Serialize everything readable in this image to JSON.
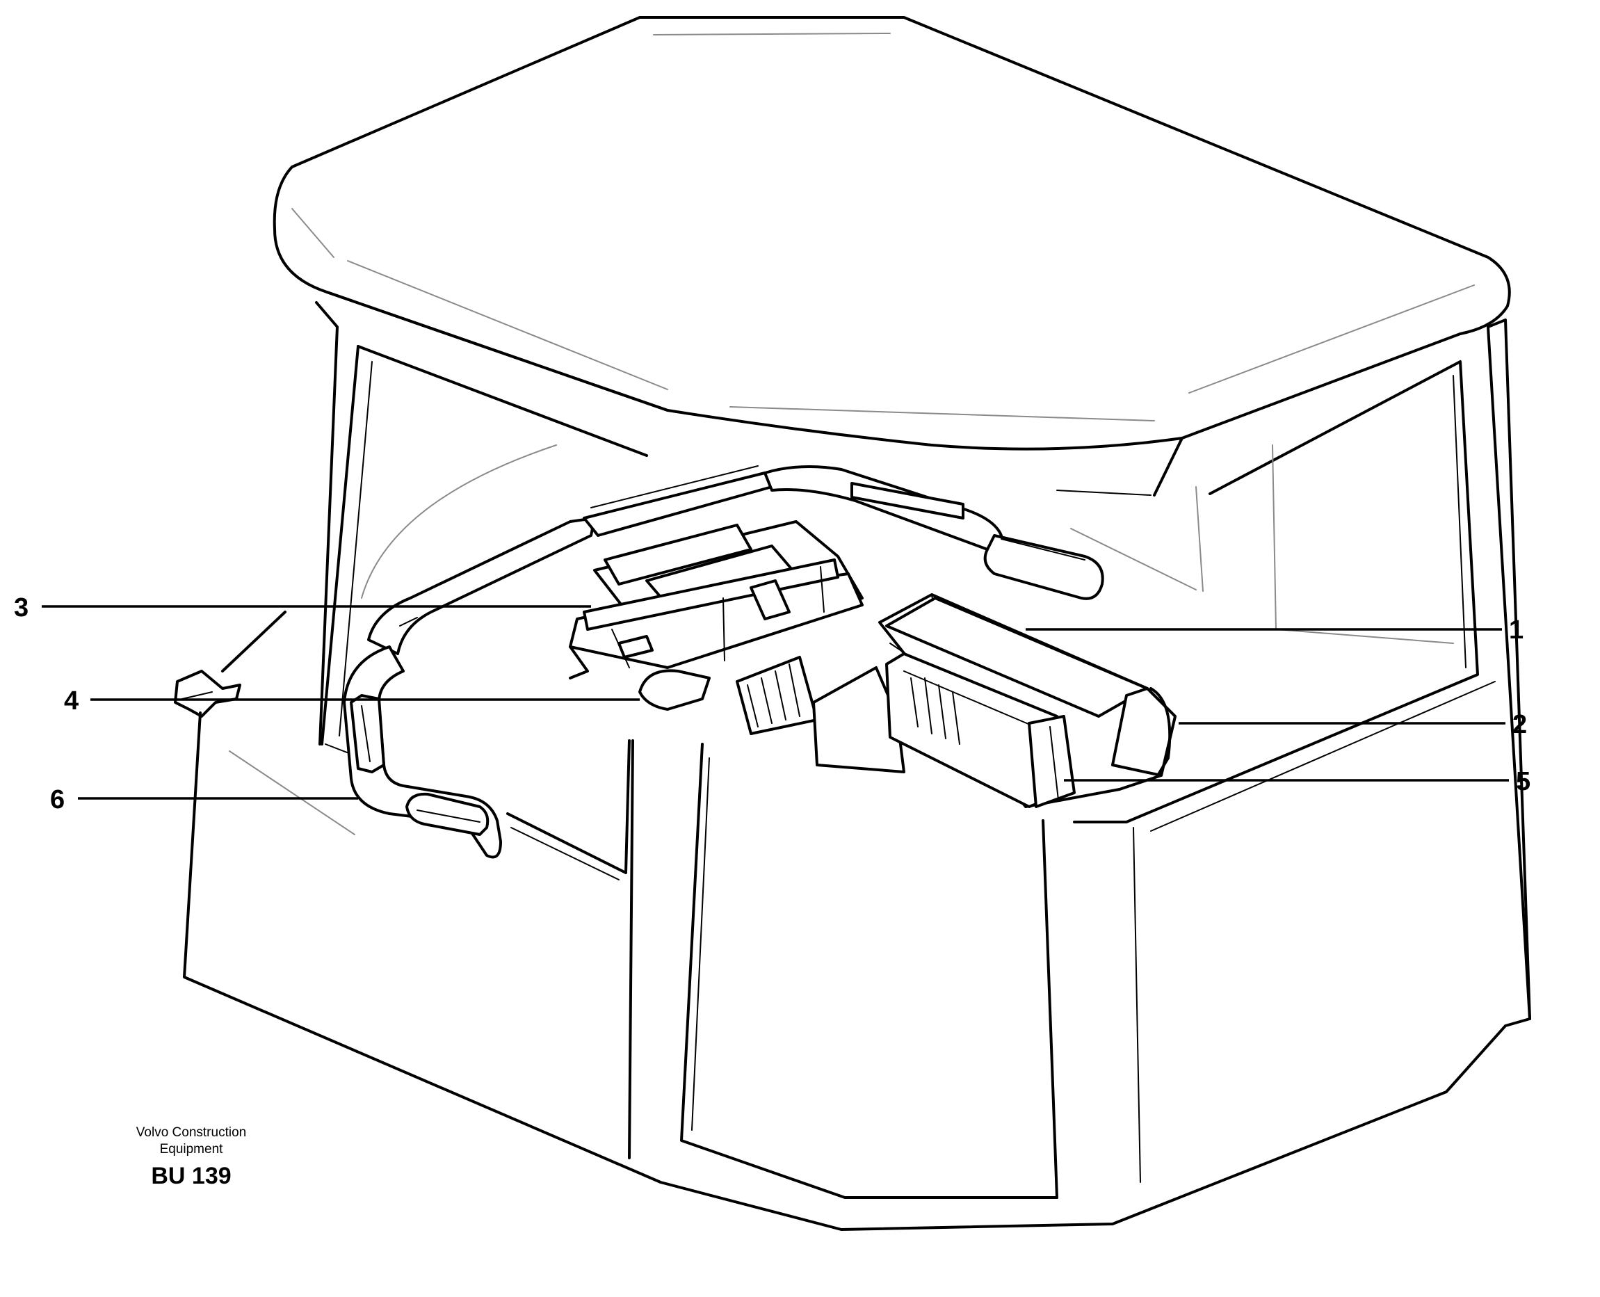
{
  "callouts": [
    {
      "id": "1",
      "label": "1"
    },
    {
      "id": "2",
      "label": "2"
    },
    {
      "id": "3",
      "label": "3"
    },
    {
      "id": "4",
      "label": "4"
    },
    {
      "id": "5",
      "label": "5"
    },
    {
      "id": "6",
      "label": "6"
    }
  ],
  "caption": {
    "company_line1": "Volvo Construction",
    "company_line2": "Equipment",
    "code": "BU 139"
  }
}
